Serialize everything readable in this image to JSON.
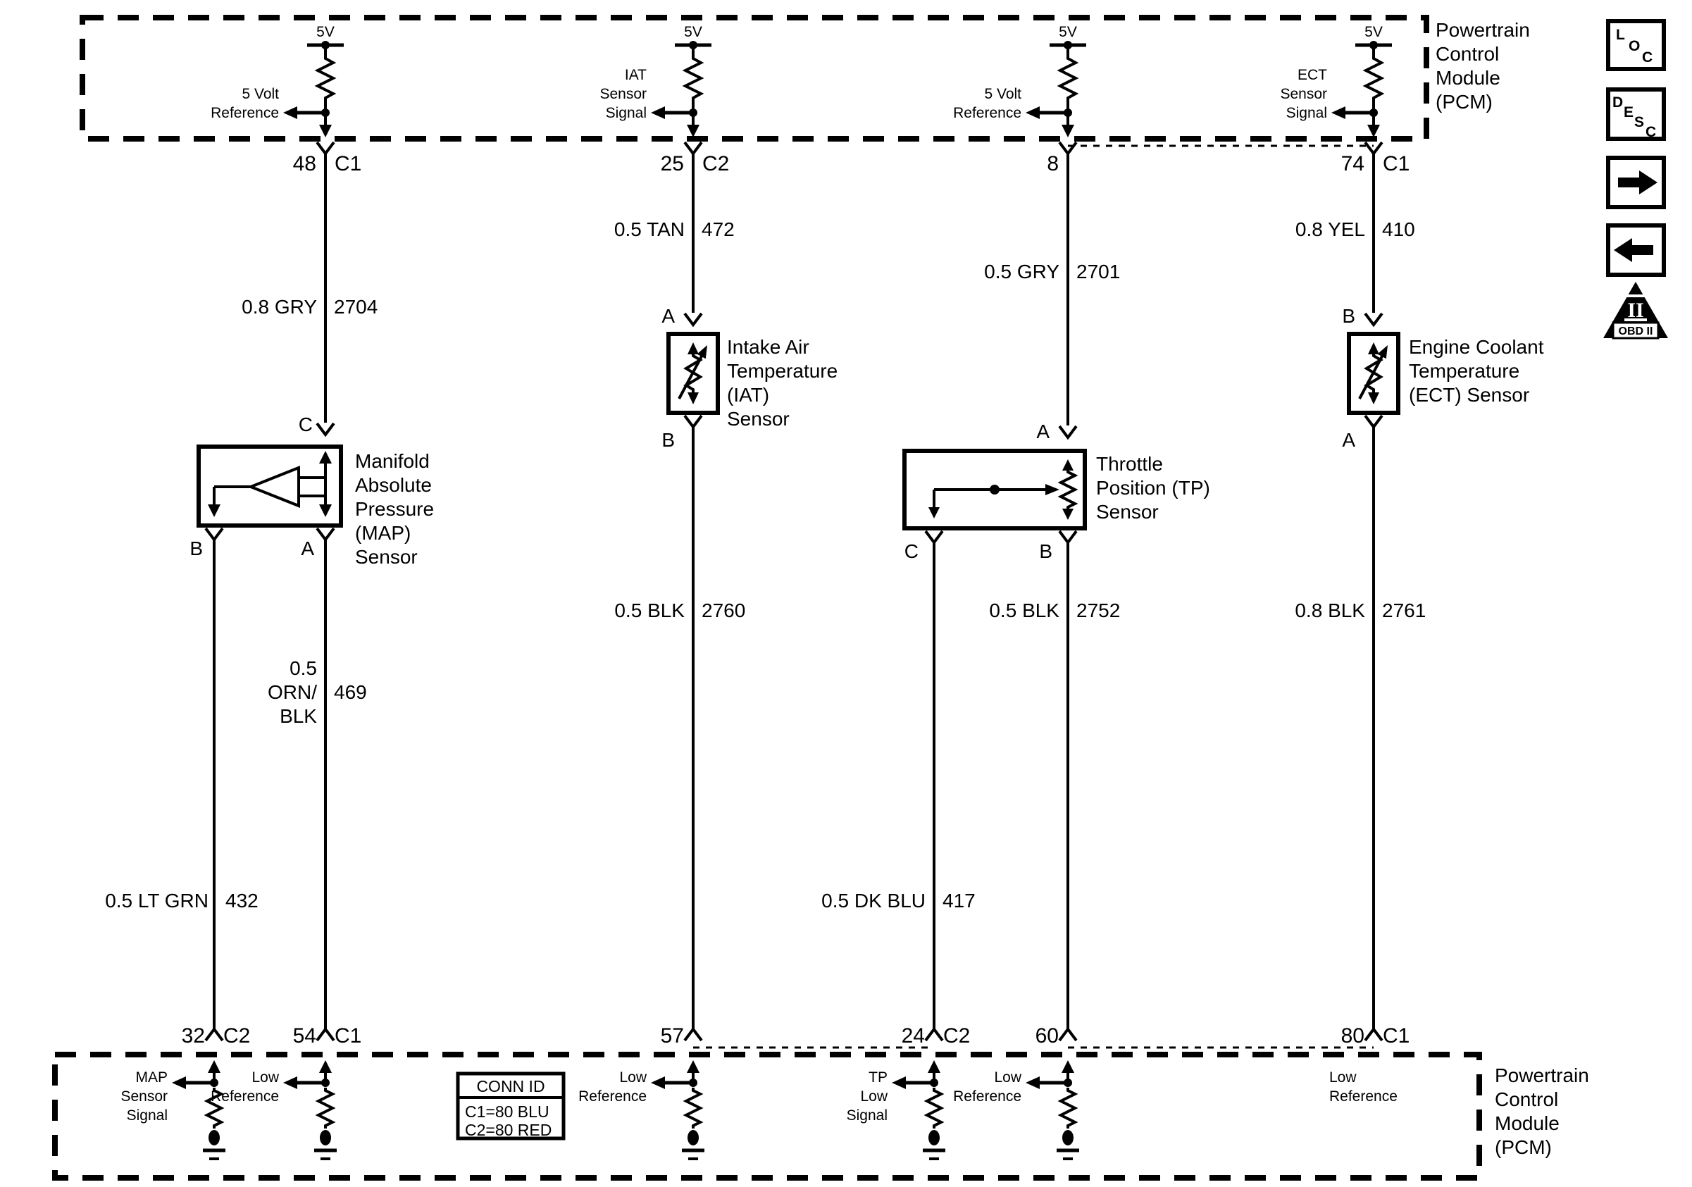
{
  "diagram": {
    "pcm_top_label": [
      "Powertrain",
      "Control",
      "Module",
      "(PCM)"
    ],
    "pcm_bottom_label": [
      "Powertrain",
      "Control",
      "Module",
      "(PCM)"
    ],
    "supply_voltage": "5V",
    "top_circuits": [
      {
        "label": [
          "5 Volt",
          "Reference"
        ],
        "pin": "48",
        "conn": "C1"
      },
      {
        "label": [
          "IAT",
          "Sensor",
          "Signal"
        ],
        "pin": "25",
        "conn": "C2"
      },
      {
        "label": [
          "5 Volt",
          "Reference"
        ],
        "pin": "8",
        "conn": ""
      },
      {
        "label": [
          "ECT",
          "Sensor",
          "Signal"
        ],
        "pin": "74",
        "conn": "C1"
      }
    ],
    "wires": {
      "gry2704": {
        "label": "0.8 GRY",
        "circuit": "2704"
      },
      "tan472": {
        "label": "0.5 TAN",
        "circuit": "472"
      },
      "gry2701": {
        "label": "0.5 GRY",
        "circuit": "2701"
      },
      "yel410": {
        "label": "0.8 YEL",
        "circuit": "410"
      },
      "blk2760": {
        "label": "0.5 BLK",
        "circuit": "2760"
      },
      "blk2752": {
        "label": "0.5 BLK",
        "circuit": "2752"
      },
      "blk2761": {
        "label": "0.8 BLK",
        "circuit": "2761"
      },
      "ornblk469": {
        "label": [
          "0.5",
          "ORN/",
          "BLK"
        ],
        "circuit": "469"
      },
      "ltgrn432": {
        "label": "0.5 LT GRN",
        "circuit": "432"
      },
      "dkblu417": {
        "label": "0.5 DK BLU",
        "circuit": "417"
      }
    },
    "sensors": {
      "map": {
        "name": [
          "Manifold",
          "Absolute",
          "Pressure",
          "(MAP)",
          "Sensor"
        ],
        "pin_top": "C",
        "pin_bottom_left": "B",
        "pin_bottom_right": "A"
      },
      "iat": {
        "name": [
          "Intake Air",
          "Temperature",
          "(IAT)",
          "Sensor"
        ],
        "pin_top": "A",
        "pin_bottom": "B"
      },
      "tp": {
        "name": [
          "Throttle",
          "Position (TP)",
          "Sensor"
        ],
        "pin_top": "A",
        "pin_bottom_left": "C",
        "pin_bottom_right": "B"
      },
      "ect": {
        "name": [
          "Engine Coolant",
          "Temperature",
          "(ECT) Sensor"
        ],
        "pin_top": "B",
        "pin_bottom": "A"
      }
    },
    "bottom_circuits": [
      {
        "label": [
          "MAP",
          "Sensor",
          "Signal"
        ],
        "pin": "32",
        "conn": "C2"
      },
      {
        "label": [
          "Low",
          "Reference"
        ],
        "pin": "54",
        "conn": "C1"
      },
      {
        "label": [
          "Low",
          "Reference"
        ],
        "pin": "57",
        "conn": ""
      },
      {
        "label": [
          "TP",
          "Low",
          "Signal"
        ],
        "pin": "24",
        "conn": "C2"
      },
      {
        "label": [
          "Low",
          "Reference"
        ],
        "pin": "60",
        "conn": ""
      },
      {
        "label": [
          "Low",
          "Reference"
        ],
        "pin": "80",
        "conn": "C1"
      }
    ],
    "conn_id": {
      "title": "CONN ID",
      "rows": [
        "C1=80 BLU",
        "C2=80 RED"
      ]
    },
    "side_icons": {
      "loc": {
        "l1": "L",
        "l2": "O",
        "l3": "C"
      },
      "desc": {
        "l1": "D",
        "l2": "E",
        "l3": "S",
        "l4": "C"
      },
      "obd_numeral": "II",
      "obd_label": "OBD II"
    },
    "colors": {
      "line": "#000000",
      "background": "#ffffff"
    }
  }
}
